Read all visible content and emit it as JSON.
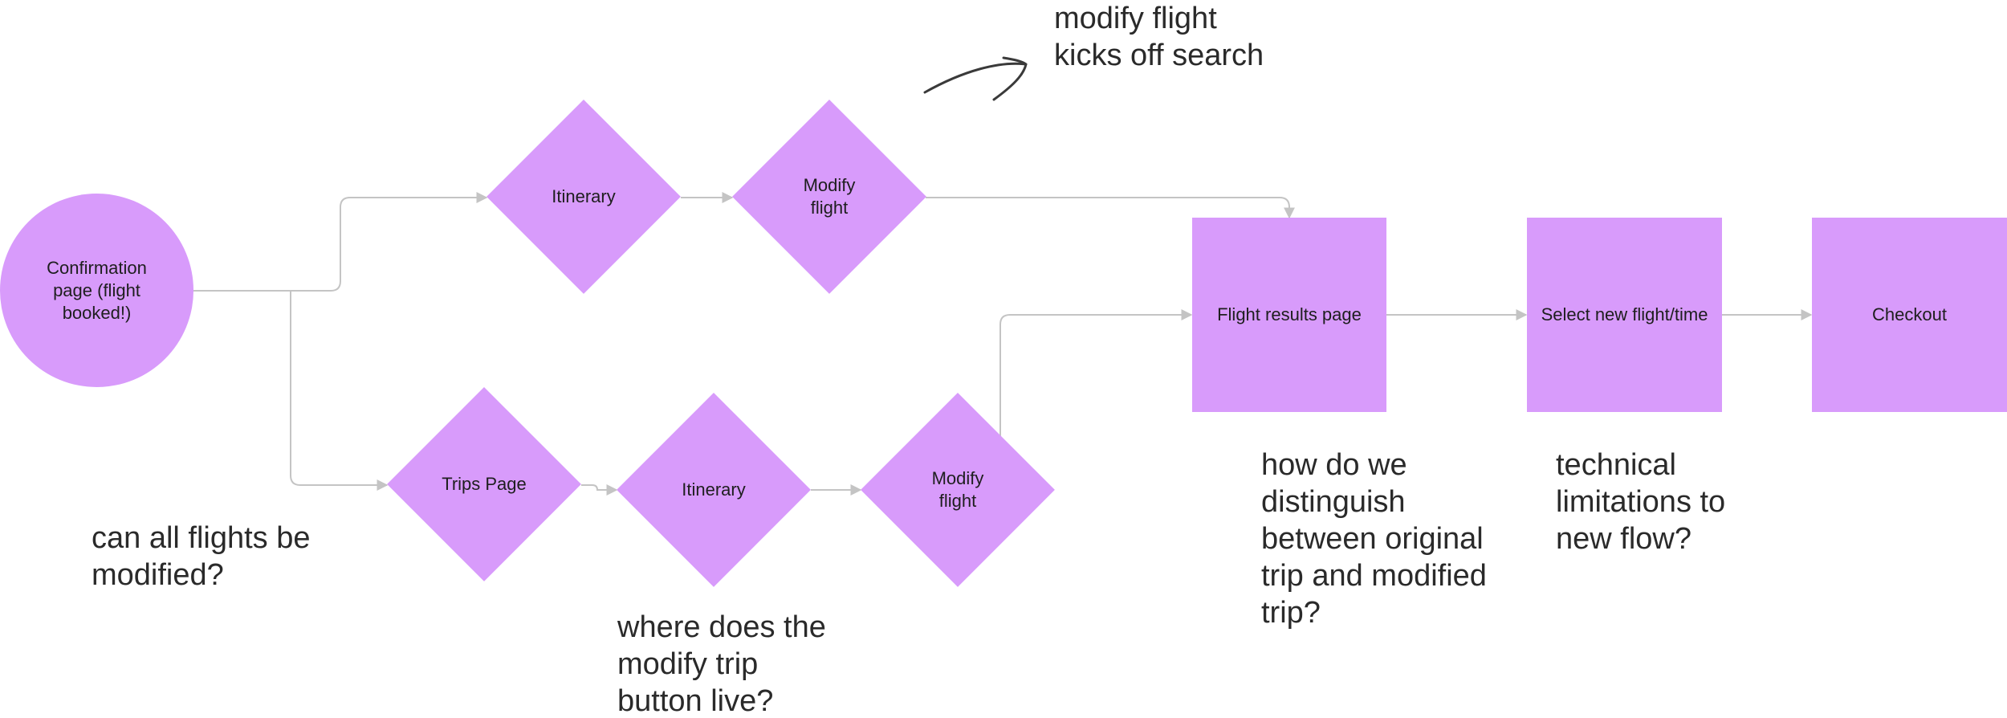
{
  "nodes": {
    "confirmation": "Confirmation page (flight booked!)",
    "itinerary_top": "Itinerary",
    "modify_top": "Modify flight",
    "trips": "Trips Page",
    "itinerary_bottom": "Itinerary",
    "modify_bottom": "Modify flight",
    "flight_results": "Flight results page",
    "select_new": "Select new flight/time",
    "checkout": "Checkout"
  },
  "notes": {
    "kicks_off": "modify flight\nkicks off search",
    "all_flights": "can all flights be\nmodified?",
    "where_button": "where does the\nmodify trip\nbutton live?",
    "distinguish": "how do we\ndistinguish\nbetween original\ntrip and modified\ntrip?",
    "technical": "technical\nlimitations to\nnew flow?"
  },
  "colors": {
    "node_fill": "#d89bfb",
    "connector": "#c4c4c4",
    "note_text": "#2a2a2a",
    "arrow_stroke": "#3a3a3a"
  }
}
